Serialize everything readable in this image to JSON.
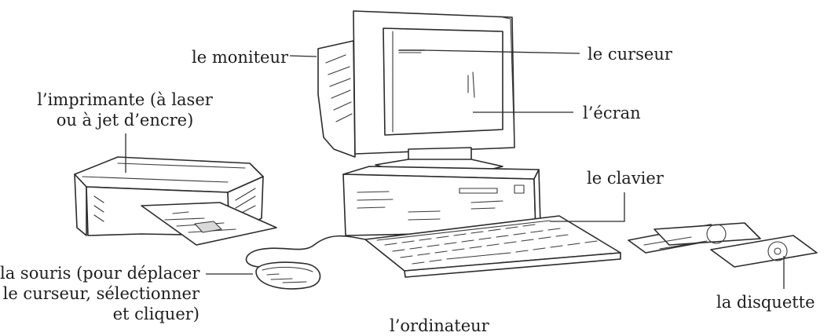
{
  "labels": {
    "monitor": "le moniteur",
    "cursor": "le curseur",
    "printer_line1": "l’imprimante (à laser",
    "printer_line2": "ou à jet d’encre)",
    "screen": "l’écran",
    "keyboard": "le clavier",
    "mouse_line1": "la souris (pour déplacer",
    "mouse_line2": "le curseur, sélectionner",
    "mouse_line3": "et cliquer)",
    "floppy": "la disquette",
    "computer": "l’ordinateur"
  }
}
